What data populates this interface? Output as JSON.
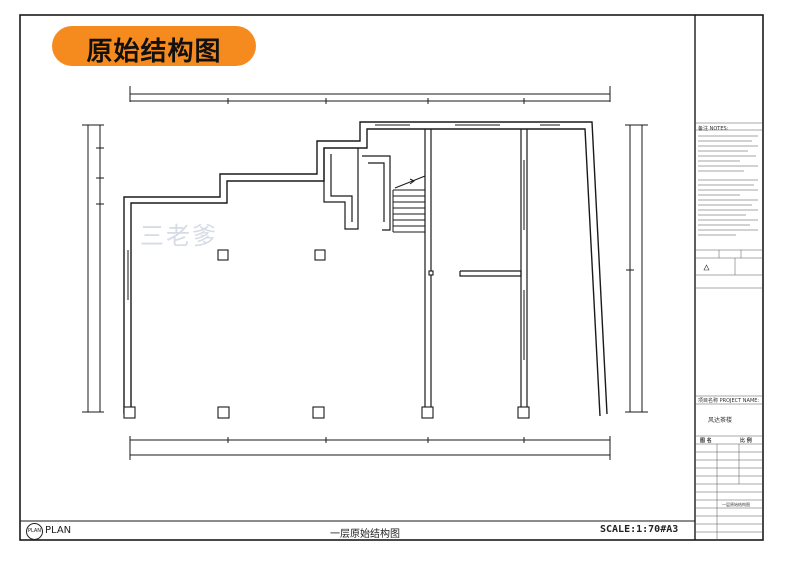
{
  "header": {
    "title_badge": "原始结构图"
  },
  "footer": {
    "plan_symbol": "PLAN",
    "plan_label": "PLAN",
    "drawing_name": "一层原始结构图",
    "scale": "SCALE:1:70#A3"
  },
  "watermark": "三老爹",
  "title_block": {
    "notes_header": "备注 NOTES:",
    "project_name_header": "项目名称 PROJECT NAME:",
    "project_name": "风达茶楼",
    "drawing_header_left": "图 名",
    "drawing_header_right": "比 例",
    "sheet_name": "一层原始结构图"
  },
  "colors": {
    "badge": "#f58a1f",
    "line": "#1a1a1a"
  }
}
